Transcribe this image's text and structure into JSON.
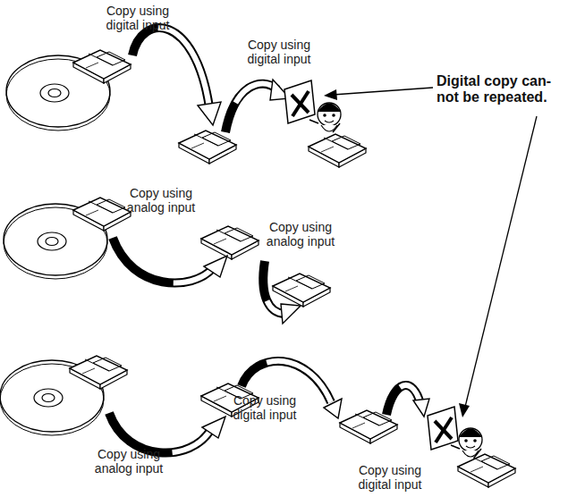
{
  "diagram": {
    "labels": [
      "Copy using digital input",
      "Copy using digital input",
      "Digital copy can- not be repeated.",
      "Copy using analog input",
      "Copy using analog input",
      "Copy using digital input",
      "Copy using analog input",
      "Copy using digital input"
    ]
  }
}
